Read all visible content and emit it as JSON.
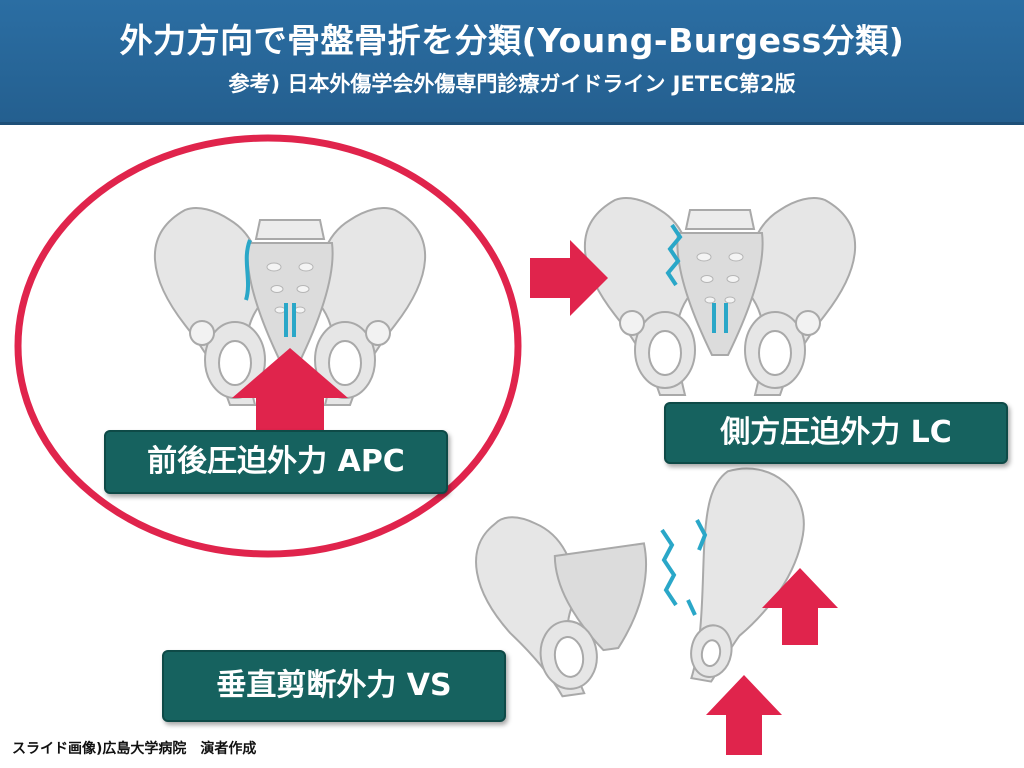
{
  "header": {
    "title": "外力方向で骨盤骨折を分類(Young-Burgess分類)",
    "subtitle": "参考) 日本外傷学会外傷専門診療ガイドライン JETEC第2版"
  },
  "labels": {
    "apc": "前後圧迫外力 APC",
    "lc": "側方圧迫外力 LC",
    "vs": "垂直剪断外力 VS"
  },
  "footer": {
    "credit": "スライド画像)広島大学病院　演者作成"
  },
  "colors": {
    "header_bg": "#2b6ea3",
    "label_bg": "#16625f",
    "arrow": "#e0244c",
    "highlight_ring": "#e0244c",
    "fracture_line": "#2aa7c8",
    "bone_fill": "#e6e6e6",
    "bone_outline": "#a9a9a9"
  },
  "selected_type": "apc"
}
